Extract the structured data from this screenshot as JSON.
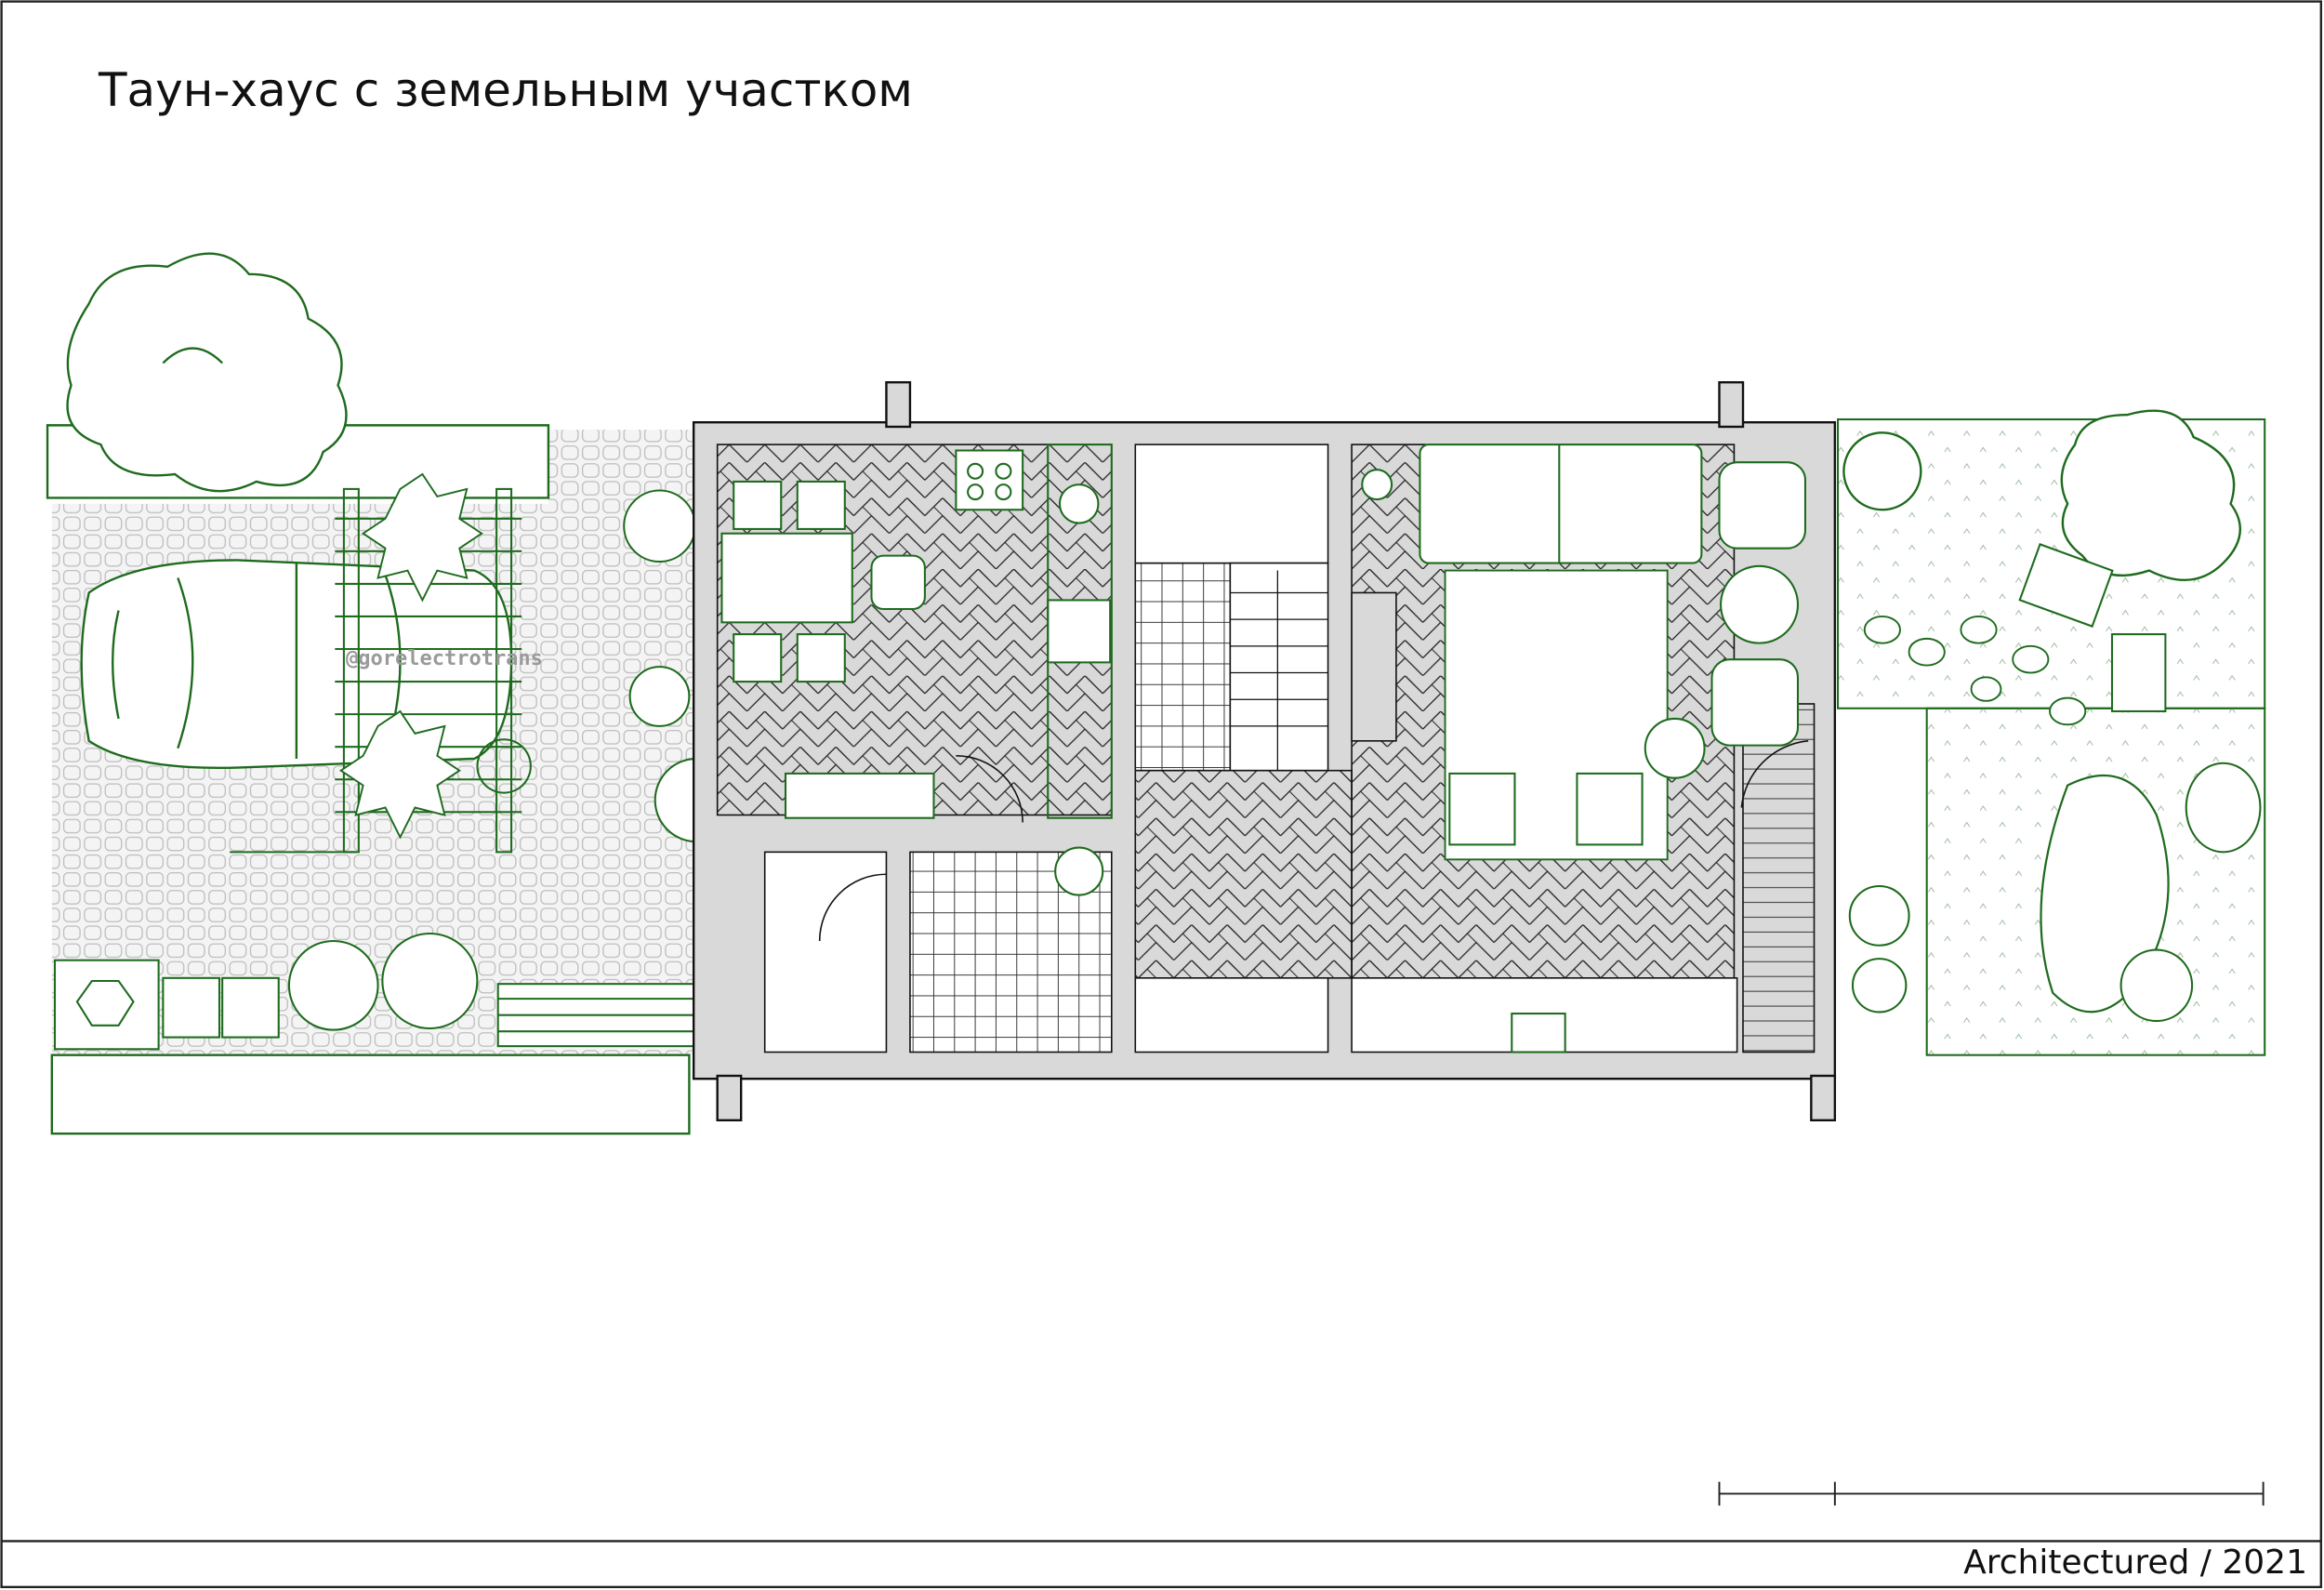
{
  "title": "Таун-хаус с земельным участком",
  "footer": "Architectured / 2021",
  "watermark": "@gorelectrotrans",
  "colors": {
    "line": "#1e6b1e",
    "wall": "#d9d9d9",
    "ink": "#111111",
    "paving": "#cfcfcf"
  }
}
